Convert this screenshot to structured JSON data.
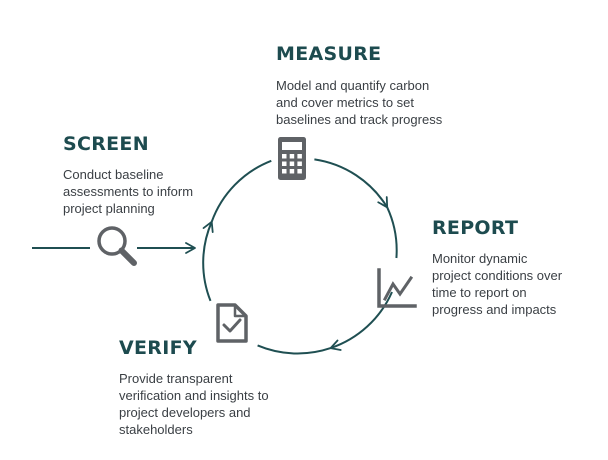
{
  "colors": {
    "heading": "#1d4b4f",
    "cycle_line": "#1f4f52",
    "icon": "#5f6266",
    "body_text": "#3a3f44"
  },
  "stages": {
    "measure": {
      "title": "MEASURE",
      "description": "Model and quantify carbon\nand cover metrics to set\nbaselines and track progress",
      "icon": "calculator-icon"
    },
    "screen": {
      "title": "SCREEN",
      "description": "Conduct baseline\nassessments to inform\nproject planning",
      "icon": "magnifier-icon"
    },
    "report": {
      "title": "REPORT",
      "description": "Monitor dynamic\nproject conditions over\ntime to report on\nprogress and impacts",
      "icon": "line-chart-icon"
    },
    "verify": {
      "title": "VERIFY",
      "description": "Provide transparent\nverification and insights to\nproject developers and\nstakeholders",
      "icon": "document-check-icon"
    }
  }
}
